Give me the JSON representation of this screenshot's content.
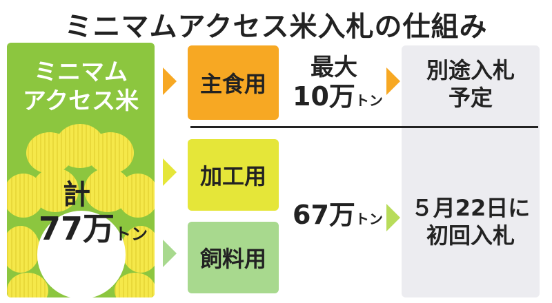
{
  "title": "ミニマムアクセス米入札の仕組み",
  "source": {
    "label_line1": "ミニマム",
    "label_line2": "アクセス米",
    "total_label": "計",
    "total_value": "77万",
    "total_unit": "トン"
  },
  "uses": {
    "staple": "主食用",
    "processing": "加工用",
    "feed": "飼料用"
  },
  "quantities": {
    "staple_prefix": "最大",
    "staple_value": "10万",
    "staple_unit": "トン",
    "rest_value": "67万",
    "rest_unit": "トン"
  },
  "results": {
    "staple_line1": "別途入札",
    "staple_line2": "予定",
    "rest_line1": "５月22日に",
    "rest_line2": "初回入札"
  },
  "colors": {
    "source_green": "#8cc63f",
    "staple_orange": "#f7a823",
    "processing_yellow": "#e5e639",
    "feed_green": "#a8d98e",
    "result_grey": "#ececf0",
    "rice_yellow": "#f5e84a"
  }
}
